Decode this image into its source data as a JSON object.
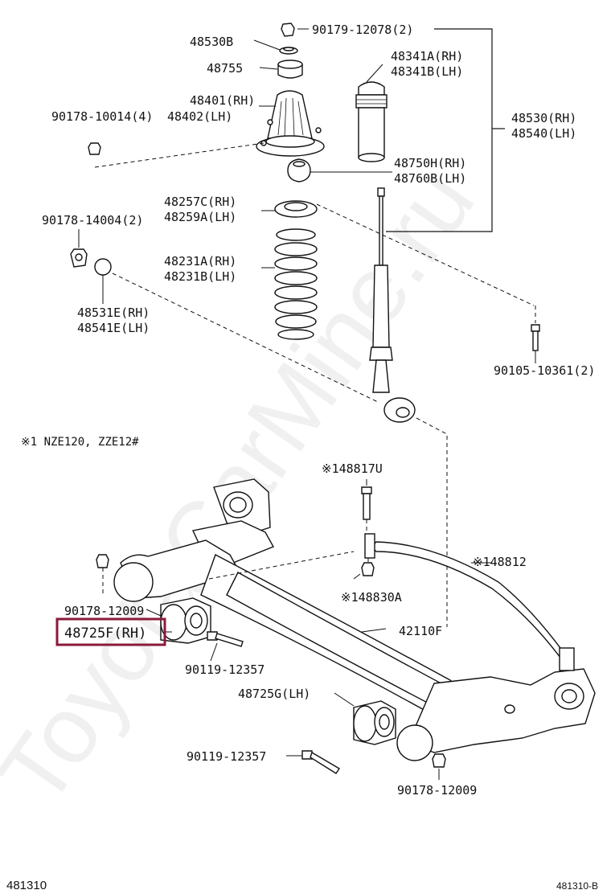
{
  "watermark": "ToyotaCarMine.ru",
  "note": "※1  NZE120, ZZE12#",
  "highlight_color": "#8b1a3a",
  "corner": {
    "left": "481310",
    "right": "481310-B"
  },
  "labels": {
    "p48530B": "48530B",
    "p90179_12078": "90179-12078(2)",
    "p48755": "48755",
    "p48341A": "48341A(RH)",
    "p48341B": "48341B(LH)",
    "p48401": "48401(RH)",
    "p48402": "48402(LH)",
    "p90178_10014": "90178-10014(4)",
    "p48530RH": "48530(RH)",
    "p48540LH": "48540(LH)",
    "p48750H": "48750H(RH)",
    "p48760B": "48760B(LH)",
    "p48257C": "48257C(RH)",
    "p48259A": "48259A(LH)",
    "p90178_14004": "90178-14004(2)",
    "p48231A": "48231A(RH)",
    "p48231B": "48231B(LH)",
    "p48531E": "48531E(RH)",
    "p48541E": "48541E(LH)",
    "p90105_10361": "90105-10361(2)",
    "p48817U": "※148817U",
    "p48812": "※148812",
    "p48830A": "※148830A",
    "p90178_12009a": "90178-12009",
    "p48725F": "48725F(RH)",
    "p42110F": "42110F",
    "p90119_12357a": "90119-12357",
    "p48725G": "48725G(LH)",
    "p90119_12357b": "90119-12357",
    "p90178_12009b": "90178-12009"
  }
}
